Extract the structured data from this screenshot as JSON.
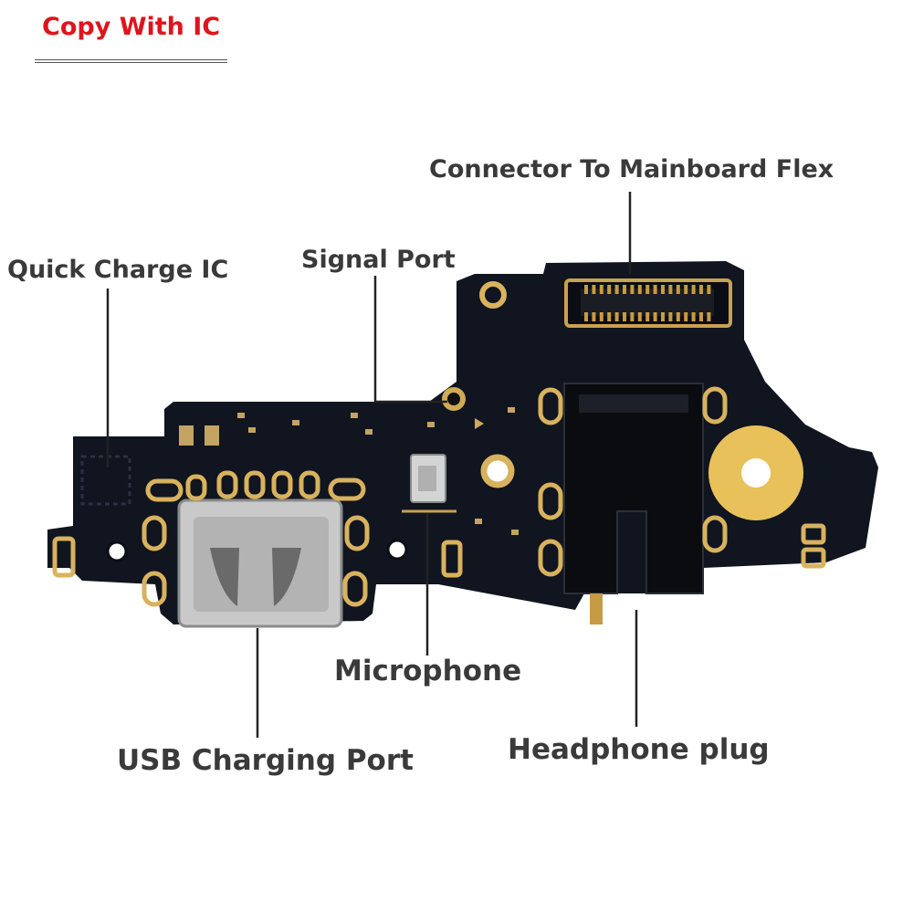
{
  "badge": {
    "text": "Copy With IC",
    "color": "#e0141c"
  },
  "labels": {
    "connector": "Connector To Mainboard Flex",
    "quick_charge": "Quick Charge IC",
    "signal_port": "Signal Port",
    "microphone": "Microphone",
    "usb_port": "USB Charging Port",
    "headphone": "Headphone plug"
  },
  "colors": {
    "board": "#10151f",
    "pad_gold": "#d9b25e",
    "stiffener": "#e8c15a",
    "label_text": "#3a3a3a",
    "leader_line": "#222222"
  }
}
